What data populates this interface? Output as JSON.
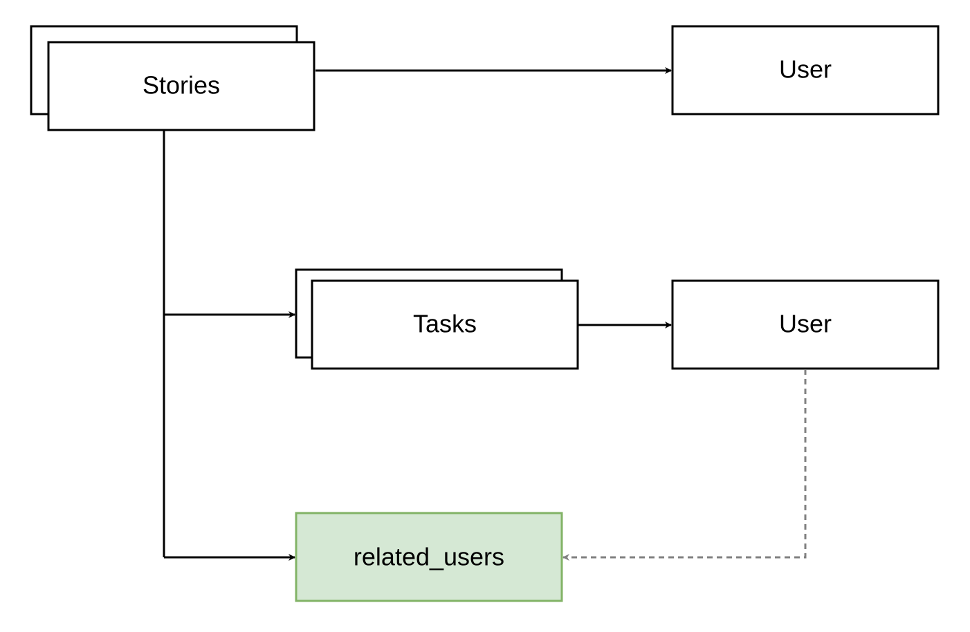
{
  "diagram": {
    "nodes": {
      "stories": {
        "label": "Stories",
        "stacked": true
      },
      "user_top": {
        "label": "User"
      },
      "tasks": {
        "label": "Tasks",
        "stacked": true
      },
      "user_mid": {
        "label": "User"
      },
      "related_users": {
        "label": "related_users",
        "fill": "#d5e8d4",
        "stroke": "#82b366"
      }
    },
    "edges": [
      {
        "from": "stories",
        "to": "user_top",
        "style": "solid"
      },
      {
        "from": "stories",
        "to": "tasks",
        "style": "solid"
      },
      {
        "from": "stories",
        "to": "related_users",
        "style": "solid"
      },
      {
        "from": "tasks",
        "to": "user_mid",
        "style": "solid"
      },
      {
        "from": "user_mid",
        "to": "related_users",
        "style": "dashed",
        "color": "#808080"
      }
    ]
  }
}
